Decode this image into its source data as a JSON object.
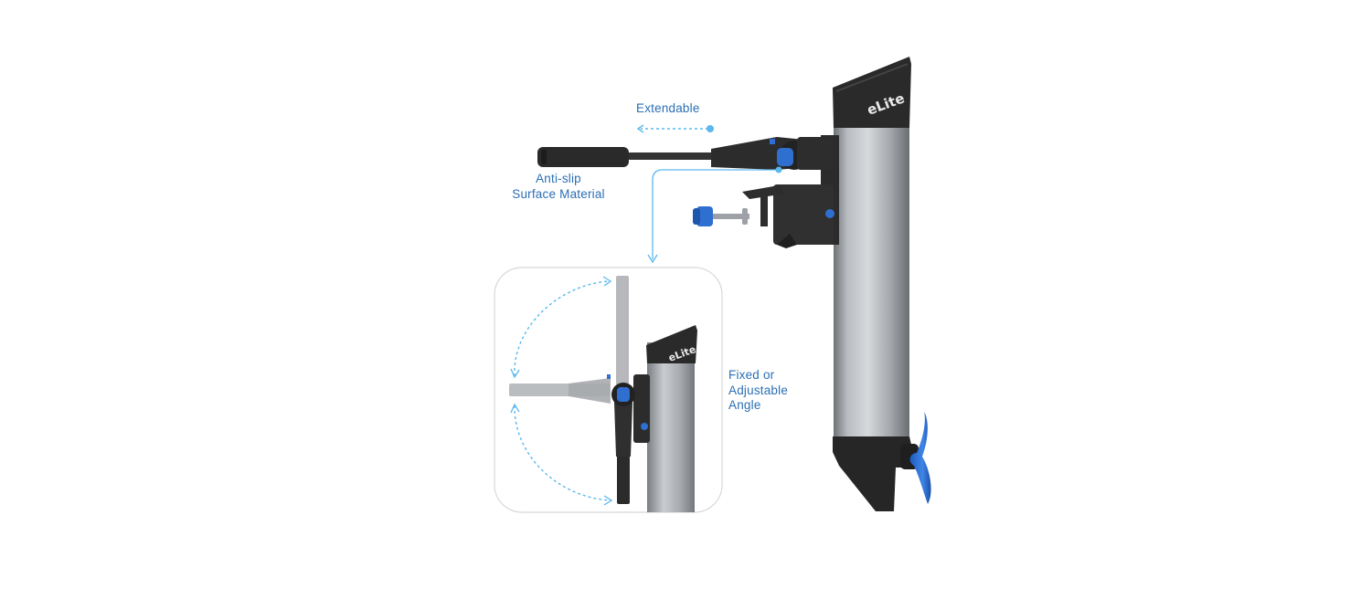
{
  "brand": "eLite",
  "features": {
    "extendable": {
      "lines": [
        "Extendable"
      ]
    },
    "anti_slip": {
      "lines": [
        "Anti-slip",
        "Surface Material"
      ]
    },
    "angle": {
      "lines": [
        "Fixed or",
        "Adjustable",
        "Angle"
      ]
    }
  },
  "colors": {
    "label_blue": "#2a6fb5",
    "guide_blue": "#5bb8ee",
    "accent_blue": "#2f6fd0",
    "motor_body": "#9a9ea3",
    "dark_plastic": "#262626",
    "inset_border": "#d8d8d8"
  }
}
